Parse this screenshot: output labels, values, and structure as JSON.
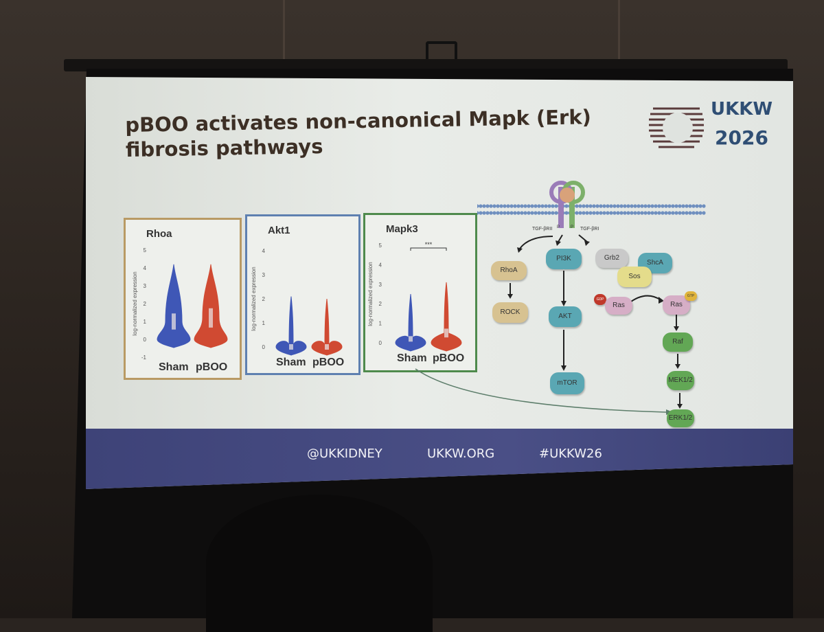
{
  "slide": {
    "title_line1": "pBOO activates non-canonical Mapk (Erk)",
    "title_line2": "fibrosis pathways",
    "logo": {
      "line1": "UKKW",
      "line2": "2026"
    },
    "footer": {
      "handle": "@UKKIDNEY",
      "site": "UKKW.ORG",
      "hashtag": "#UKKW26"
    }
  },
  "chart_data": [
    {
      "type": "violin",
      "title": "Rhoa",
      "ylabel": "log-normalized expression",
      "categories": [
        "Sham",
        "pBOO"
      ],
      "y_ticks": [
        "5",
        "4",
        "3",
        "2",
        "1",
        "0",
        "-1"
      ],
      "ylim": [
        -1,
        5
      ],
      "series": [
        {
          "name": "Sham",
          "color": "#3f57b6",
          "max": 4.2,
          "median": 1.0
        },
        {
          "name": "pBOO",
          "color": "#d04a32",
          "max": 4.2,
          "median": 1.2
        }
      ]
    },
    {
      "type": "violin",
      "title": "Akt1",
      "ylabel": "log-normalized expression",
      "categories": [
        "Sham",
        "pBOO"
      ],
      "y_ticks": [
        "4",
        "3",
        "2",
        "1",
        "0"
      ],
      "ylim": [
        0,
        4
      ],
      "series": [
        {
          "name": "Sham",
          "color": "#3f57b6",
          "max": 2.1,
          "median": 0.0
        },
        {
          "name": "pBOO",
          "color": "#d04a32",
          "max": 2.0,
          "median": 0.0
        }
      ]
    },
    {
      "type": "violin",
      "title": "Mapk3",
      "ylabel": "log-normalized expression",
      "categories": [
        "Sham",
        "pBOO"
      ],
      "y_ticks": [
        "5",
        "4",
        "3",
        "2",
        "1",
        "0"
      ],
      "ylim": [
        0,
        5
      ],
      "significance": "***",
      "series": [
        {
          "name": "Sham",
          "color": "#3f57b6",
          "max": 2.5,
          "median": 0.2
        },
        {
          "name": "pBOO",
          "color": "#d04a32",
          "max": 3.1,
          "median": 0.5
        }
      ]
    }
  ],
  "pathway": {
    "receptor_labels": [
      "TGF-βRII",
      "TGF-βRI"
    ],
    "phospho": "P",
    "nodes": {
      "rhoa": "RhoA",
      "rock": "ROCK",
      "pi3k": "PI3K",
      "akt": "AKT",
      "mtor": "mTOR",
      "grb2": "Grb2",
      "shca": "ShcA",
      "sos": "Sos",
      "ras_gdp": "Ras",
      "gdp": "GDP",
      "ras_gtp": "Ras",
      "gtp": "GTP",
      "raf": "Raf",
      "mek": "MEK1/2",
      "erk": "ERK1/2"
    },
    "colors": {
      "teal": "#5aa7b3",
      "tan": "#d7c291",
      "green": "#62a755",
      "pink": "#d6aec6",
      "grey": "#c9c9c9",
      "yellow": "#e4dc8b"
    }
  }
}
